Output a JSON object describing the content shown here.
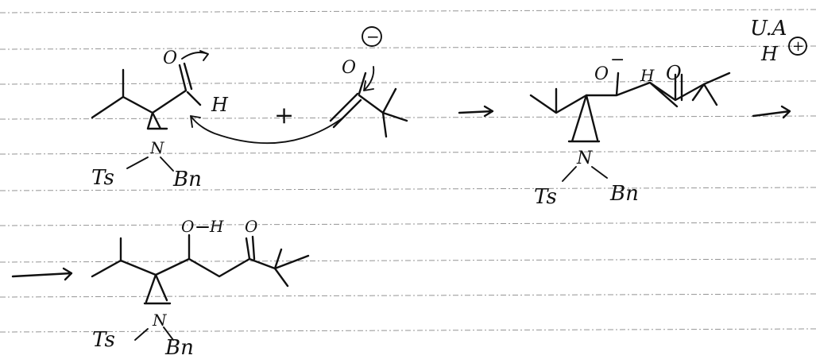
{
  "labels": {
    "r1_o": "O",
    "r1_h": "H",
    "r1_plus": "+",
    "r1_enolate_o": "O",
    "r1_ts": "Ts",
    "r1_n": "N",
    "r1_bn": "Bn",
    "p1_o": "O",
    "p1_h": "H",
    "p1_o2": "O",
    "p1_n": "N",
    "p1_ts": "Ts",
    "p1_bn": "Bn",
    "cond_line1": "U.A",
    "cond_line2": "H",
    "p2_o1": "O",
    "p2_h": "H",
    "p2_o2": "O",
    "p2_n": "N",
    "p2_ts": "Ts",
    "p2_bn": "Bn"
  },
  "charges": {
    "enolate_minus": "−",
    "alkoxide_minus": "−",
    "proton_plus": "+"
  },
  "colors": {
    "ink": "#111111",
    "rule": "#7a7a7a",
    "paper": "#ffffff"
  }
}
